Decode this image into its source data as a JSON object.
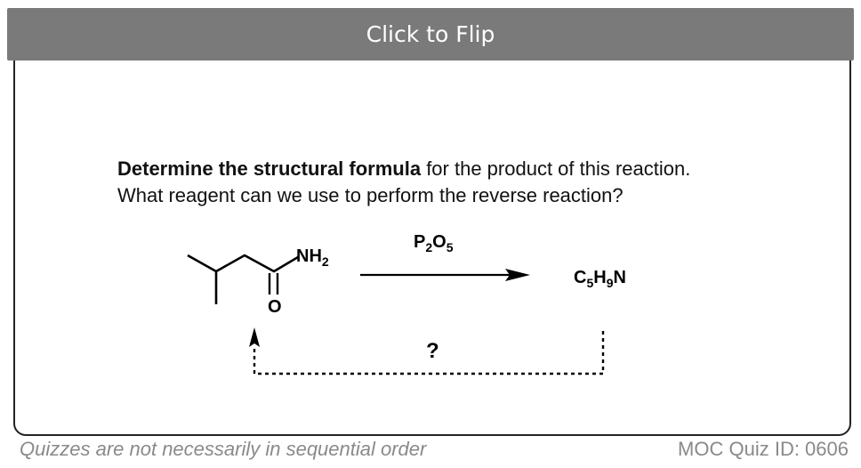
{
  "flip_bar": {
    "label": "Click to Flip"
  },
  "question": {
    "bold_text": "Determine the structural formula",
    "rest_line1": " for the product of this reaction.",
    "line2": "What reagent can we use to perform the reverse reaction?"
  },
  "scheme": {
    "reagent": {
      "main": "P",
      "sub1": "2",
      "main2": "O",
      "sub2": "5"
    },
    "product": {
      "c": "C",
      "c_sub": "5",
      "h": "H",
      "h_sub": "9",
      "n": "N"
    },
    "amide_nh": {
      "main": "NH",
      "sub": "2"
    },
    "amide_o": "O",
    "reverse_label": "?"
  },
  "footer": {
    "left": "Quizzes are not necessarily in sequential order",
    "right": "MOC Quiz ID: 0606"
  }
}
